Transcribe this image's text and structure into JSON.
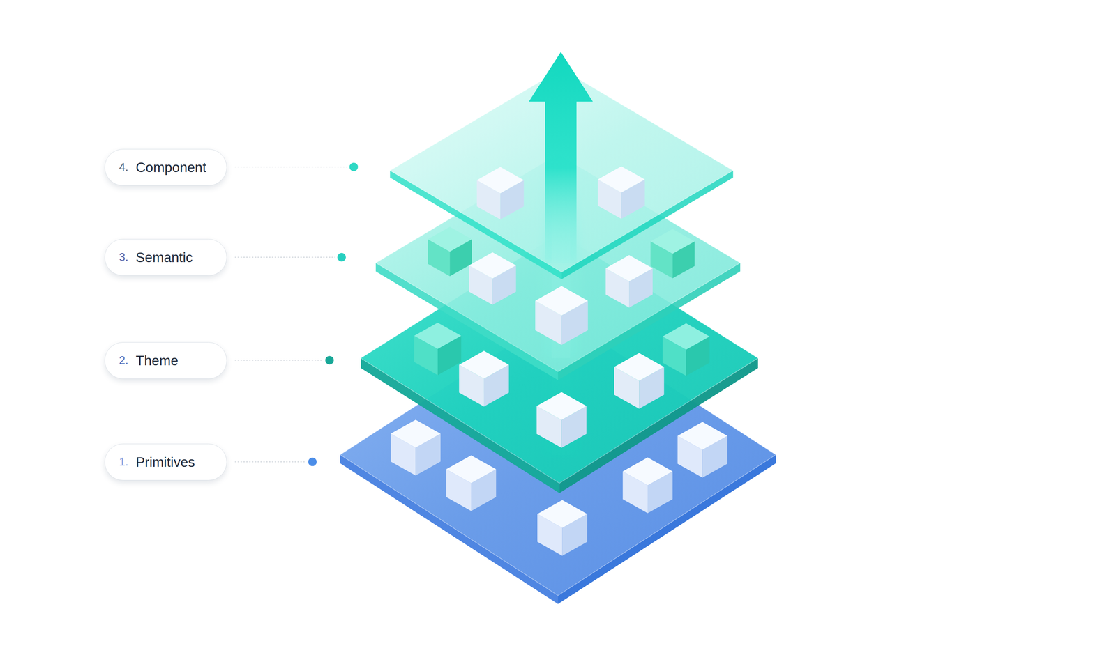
{
  "diagram": {
    "nodes": [
      {
        "text": [
          "4.",
          "Component"
        ]
      },
      {
        "text": [
          "3.",
          "Semantic"
        ]
      },
      {
        "text": [
          "2.",
          "Theme"
        ]
      },
      {
        "text": [
          "1.",
          "Primitives"
        ]
      }
    ]
  }
}
